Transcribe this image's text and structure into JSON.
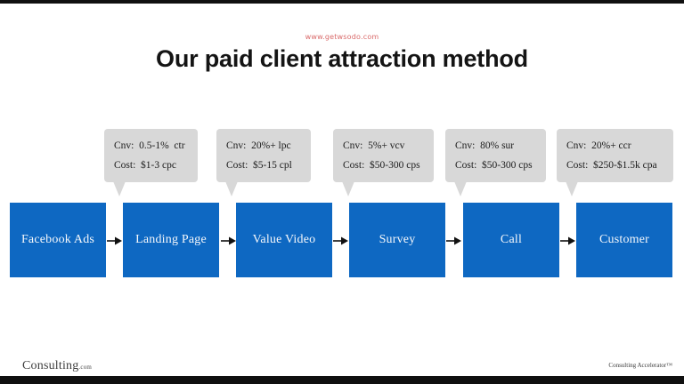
{
  "slide": {
    "watermark": "www.getwsodo.com",
    "title": "Our paid client attraction method"
  },
  "steps": [
    "Facebook Ads",
    "Landing Page",
    "Value Video",
    "Survey",
    "Call",
    "Customer"
  ],
  "callouts": [
    {
      "cnv": "Cnv:  0.5-1%  ctr",
      "cost": "Cost:  $1-3 cpc"
    },
    {
      "cnv": "Cnv:  20%+ lpc",
      "cost": "Cost:  $5-15 cpl"
    },
    {
      "cnv": "Cnv:  5%+ vcv",
      "cost": "Cost:  $50-300 cps"
    },
    {
      "cnv": "Cnv:  80% sur",
      "cost": "Cost:  $50-300 cps"
    },
    {
      "cnv": "Cnv:  20%+ ccr",
      "cost": "Cost:  $250-$1.5k cpa"
    }
  ],
  "footer": {
    "brand": "Consulting",
    "brand_suffix": ".com",
    "product": "Consulting Accelerator™"
  },
  "colors": {
    "step_blue": "#0e68c2",
    "callout_gray": "#d8d8d8",
    "watermark_red": "#d96a6a",
    "border_black": "#101010"
  }
}
